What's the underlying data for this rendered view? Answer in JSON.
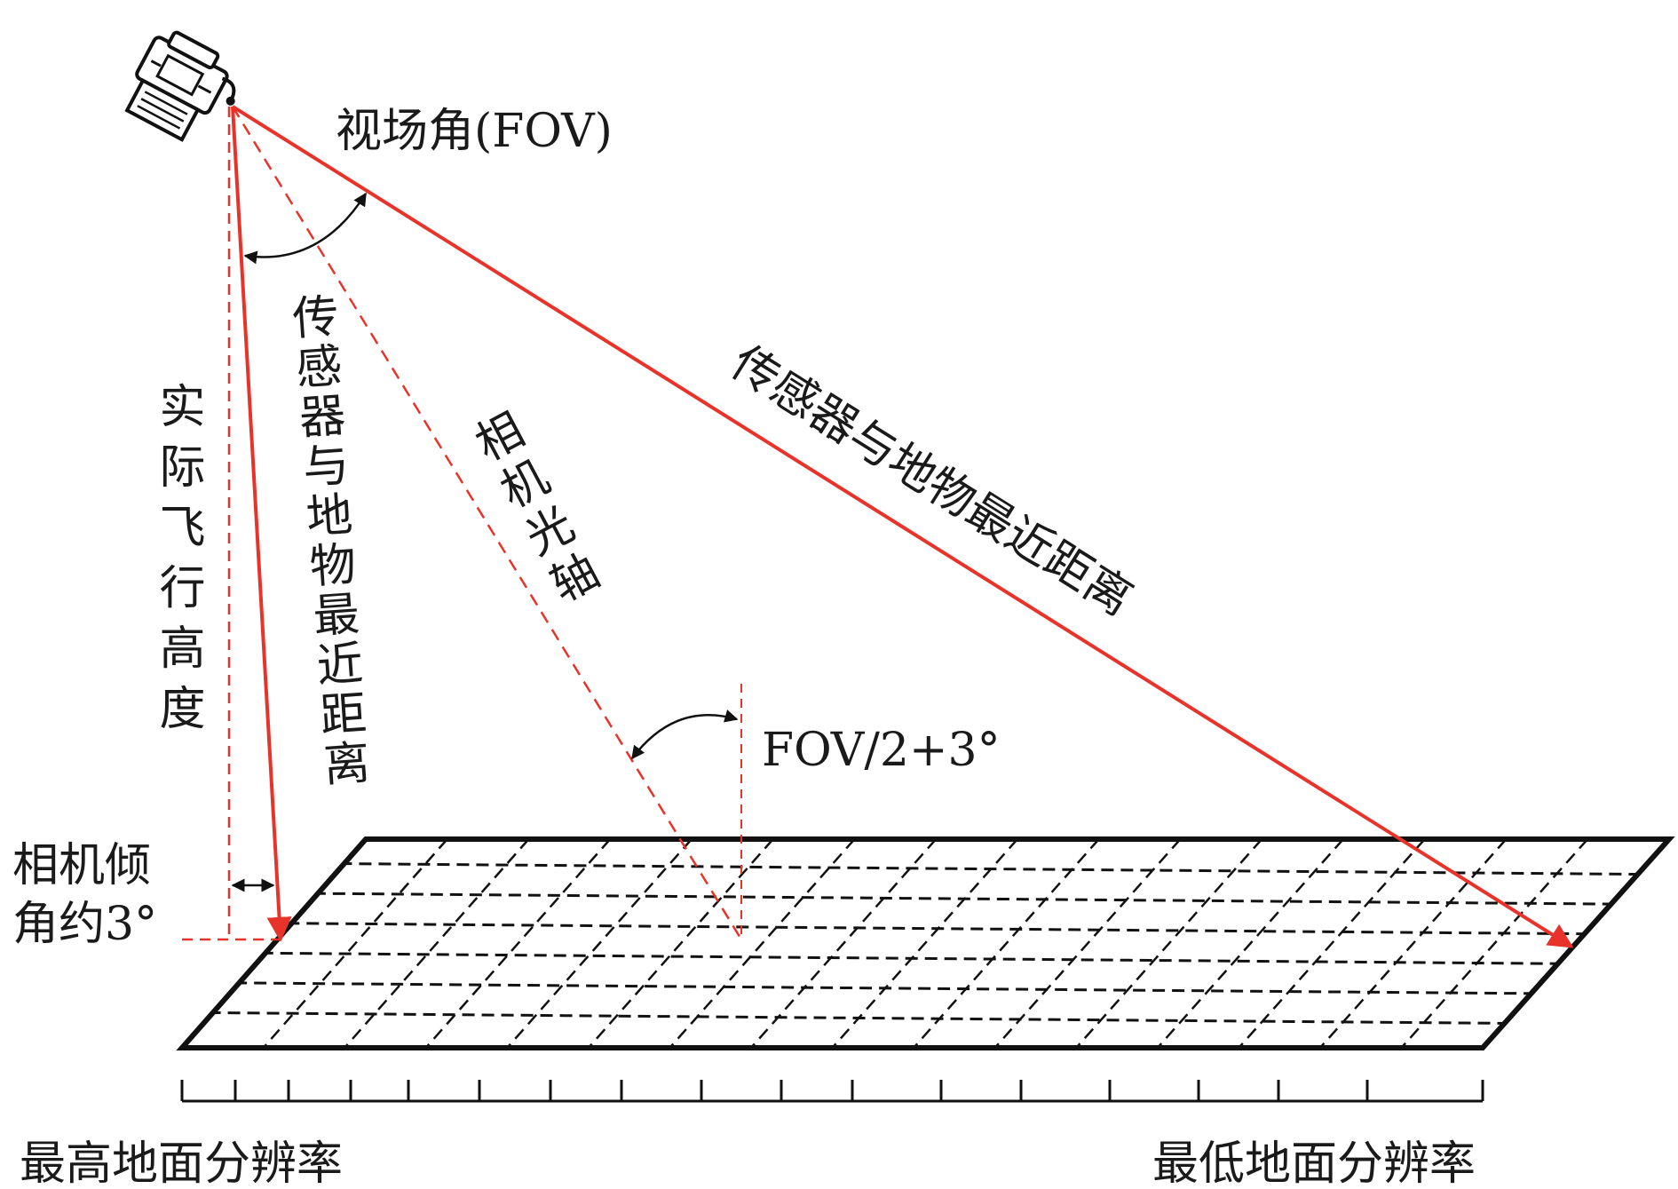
{
  "labels": {
    "fov": "视场角(FOV)",
    "actual_height": "实际飞行高度",
    "nearest_distance_vertical": "传感器与地物最近距离",
    "optical_axis": "相机光轴",
    "farthest_distance": "传感器与地物最近距离",
    "fov_half_plus": "FOV/2+3°",
    "tilt_line1": "相机倾",
    "tilt_line2": "角约3°",
    "highest_resolution": "最高地面分辨率",
    "lowest_resolution": "最低地面分辨率"
  },
  "colors": {
    "ray": "#e8332a",
    "ray_dashed": "#e8332a",
    "grid": "#111111",
    "text": "#1a1a1a"
  },
  "icons": {
    "sensor": "camera-sensor-icon"
  }
}
